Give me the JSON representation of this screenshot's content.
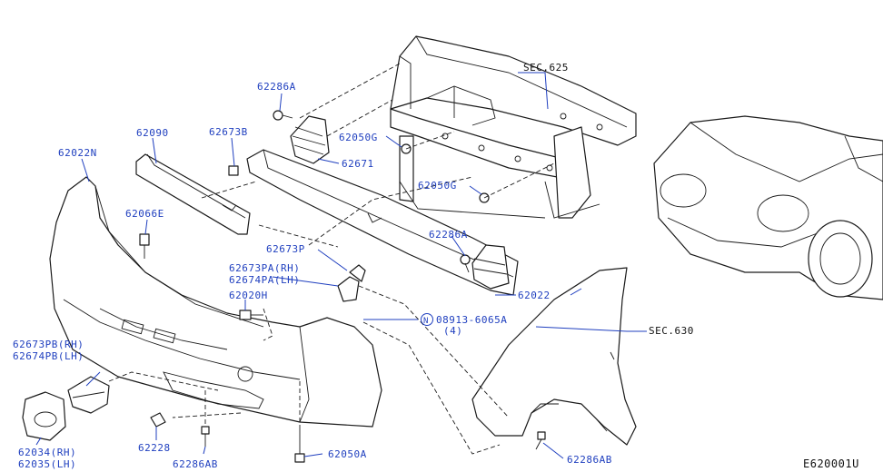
{
  "diagram_id": "E620001U",
  "colors": {
    "label": "#1f3fbf",
    "line": "#1a1a1a",
    "background": "#ffffff"
  },
  "labels": {
    "p62022N": "62022N",
    "p62090": "62090",
    "p62673B": "62673B",
    "p62286A_top": "62286A",
    "p62671": "62671",
    "p62050G_a": "62050G",
    "p62050G_b": "62050G",
    "sec625": "SEC.625",
    "p62066E": "62066E",
    "p62673P": "62673P",
    "p62673PA": "62673PA(RH)",
    "p62674PA": "62674PA(LH)",
    "p62020H": "62020H",
    "p62286A_mid": "62286A",
    "p62022": "62022",
    "p08913": "08913-6065A",
    "p08913_qty": "(4)",
    "bolt_symbol": "N",
    "sec630": "SEC.630",
    "p62673PB": "62673PB(RH)",
    "p62674PB": "62674PB(LH)",
    "p62034": "62034(RH)",
    "p62035": "62035(LH)",
    "p62228": "62228",
    "p62286AB_left": "62286AB",
    "p62050A": "62050A",
    "p62286AB_right": "62286AB"
  }
}
